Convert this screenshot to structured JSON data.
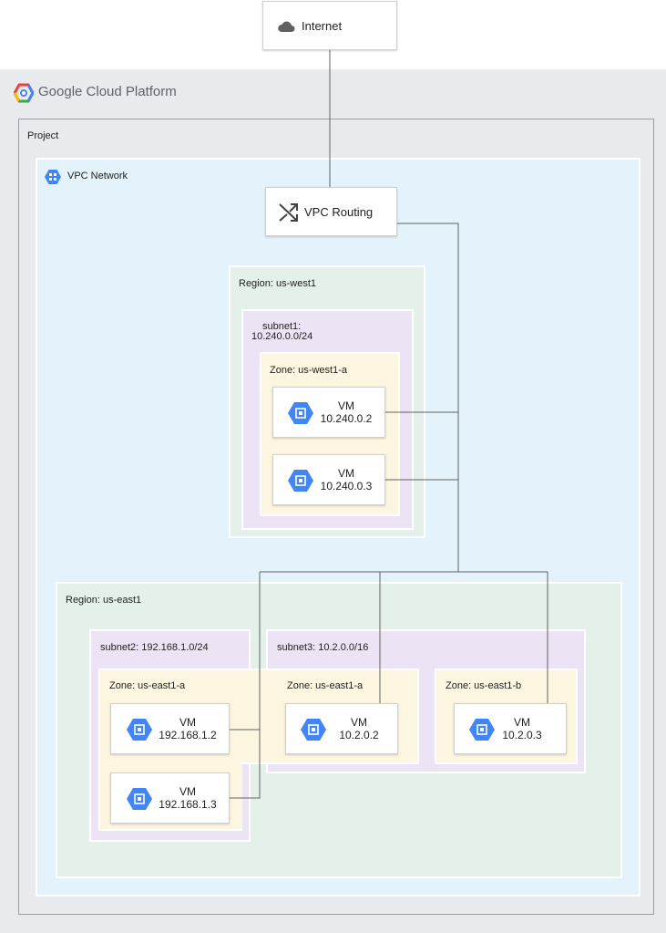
{
  "internet": {
    "label": "Internet",
    "icon": "cloud-icon"
  },
  "platform": {
    "name_google": "Google",
    "name_rest": "Cloud Platform",
    "logo": "gcp-logo"
  },
  "project": {
    "label": "Project"
  },
  "vpc": {
    "label": "VPC Network",
    "icon": "vpc-network-icon"
  },
  "routing": {
    "label": "VPC Routing",
    "icon": "shuffle-icon"
  },
  "region_west": {
    "label": "Region: us-west1",
    "subnet": {
      "line1": "subnet1:",
      "line2": "10.240.0.0/24"
    },
    "zone": {
      "label": "Zone: us-west1-a"
    },
    "vms": [
      {
        "name": "VM",
        "ip": "10.240.0.2"
      },
      {
        "name": "VM",
        "ip": "10.240.0.3"
      }
    ]
  },
  "region_east": {
    "label": "Region: us-east1",
    "subnet2": {
      "label": "subnet2: 192.168.1.0/24",
      "zone": {
        "label": "Zone: us-east1-a"
      },
      "vms": [
        {
          "name": "VM",
          "ip": "192.168.1.2"
        },
        {
          "name": "VM",
          "ip": "192.168.1.3"
        }
      ]
    },
    "subnet3": {
      "label": "subnet3: 10.2.0.0/16",
      "zone_a": {
        "label": "Zone: us-east1-a",
        "vm": {
          "name": "VM",
          "ip": "10.2.0.2"
        }
      },
      "zone_b": {
        "label": "Zone: us-east1-b",
        "vm": {
          "name": "VM",
          "ip": "10.2.0.3"
        }
      }
    }
  },
  "colors": {
    "vm_icon": "#4285f4",
    "connector": "#616161",
    "vpc_fill": "#e3f2fb",
    "region_fill": "#e4f0ea",
    "subnet_fill": "#ece4f4",
    "zone_fill": "#fcf6e0",
    "gcp_fill": "#e8eaed"
  }
}
